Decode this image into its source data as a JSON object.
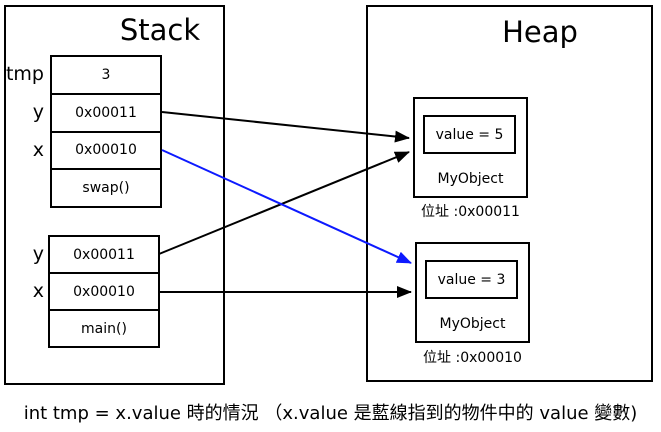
{
  "stack": {
    "title": "Stack",
    "frames": [
      {
        "function": "swap()",
        "vars": [
          {
            "name": "tmp",
            "value": "3"
          },
          {
            "name": "y",
            "value": "0x00011"
          },
          {
            "name": "x",
            "value": "0x00010"
          }
        ]
      },
      {
        "function": "main()",
        "vars": [
          {
            "name": "y",
            "value": "0x00011"
          },
          {
            "name": "x",
            "value": "0x00010"
          }
        ]
      }
    ]
  },
  "heap": {
    "title": "Heap",
    "objects": [
      {
        "field": "value = 5",
        "type": "MyObject",
        "address_label": "位址 :0x00011"
      },
      {
        "field": "value = 3",
        "type": "MyObject",
        "address_label": "位址 :0x00010"
      }
    ]
  },
  "caption": "int tmp = x.value 時的情況 （x.value 是藍線指到的物件中的 value 變數)",
  "colors": {
    "line": "#000000",
    "reference_highlight": "#0d1aff"
  }
}
